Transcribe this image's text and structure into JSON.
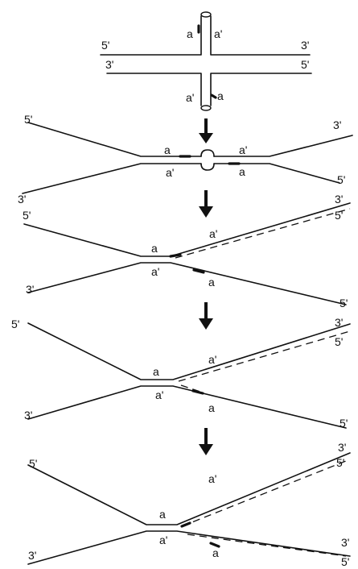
{
  "labels": {
    "five_prime": "5'",
    "three_prime": "3'",
    "a": "a",
    "a_prime": "a'"
  },
  "steps": [
    {
      "id": "cruciform"
    },
    {
      "id": "bubble"
    },
    {
      "id": "extension-1"
    },
    {
      "id": "extension-2"
    },
    {
      "id": "extension-3"
    }
  ]
}
